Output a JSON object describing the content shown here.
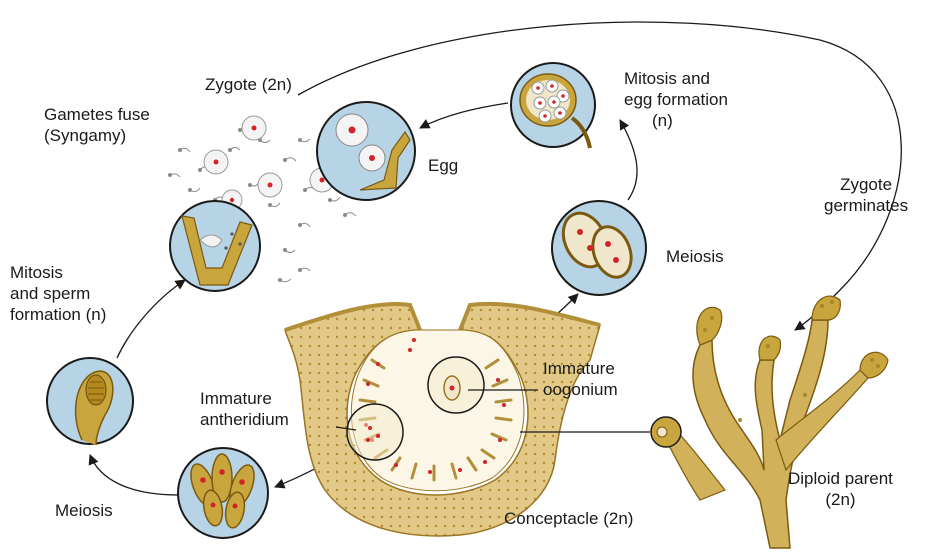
{
  "labels": {
    "zygote": "Zygote (2n)",
    "gametes_fuse": [
      "Gametes fuse",
      "(Syngamy)"
    ],
    "mitosis_egg": [
      "Mitosis and",
      "egg formation",
      "(n)"
    ],
    "egg": "Egg",
    "zygote_germinates": [
      "Zygote",
      "germinates"
    ],
    "meiosis_right": "Meiosis",
    "mitosis_sperm": [
      "Mitosis",
      "and sperm",
      "formation (n)"
    ],
    "immature_oogonium": [
      "Immature",
      "oogonium"
    ],
    "immature_antheridium": [
      "Immature",
      "antheridium"
    ],
    "meiosis_left": "Meiosis",
    "conceptacle": "Conceptacle (2n)",
    "diploid_parent": [
      "Diploid parent",
      "(2n)"
    ]
  },
  "colors": {
    "circle_fill": "#b7d3e6",
    "tissue": "#d8bd68",
    "tissue_dark": "#8a6a1c",
    "nucleus": "#d2232a",
    "outline": "#1a1a1a"
  }
}
